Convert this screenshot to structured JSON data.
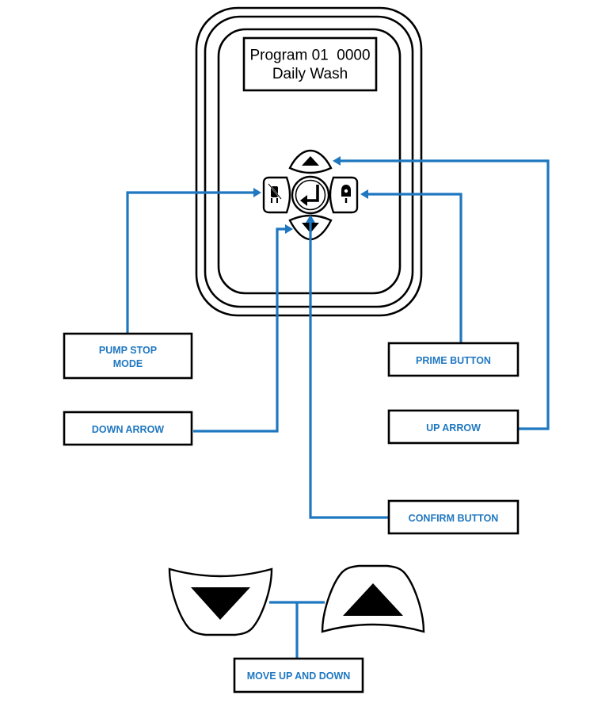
{
  "display": {
    "line1": "Program 01  0000",
    "line2": "Daily Wash"
  },
  "callouts": {
    "pump_stop_mode": [
      "PUMP STOP",
      "MODE"
    ],
    "prime_button": "PRIME BUTTON",
    "down_arrow": "DOWN ARROW",
    "up_arrow": "UP ARROW",
    "confirm_button": "CONFIRM BUTTON",
    "move_up_and_down": "MOVE UP AND DOWN"
  },
  "icons": {
    "up": "up-arrow-icon",
    "down": "down-arrow-icon",
    "confirm": "enter-return-icon",
    "pump_stop": "pump-stop-icon",
    "prime": "prime-drop-icon"
  },
  "colors": {
    "callout": "#1f77c0",
    "outline": "#000000"
  }
}
